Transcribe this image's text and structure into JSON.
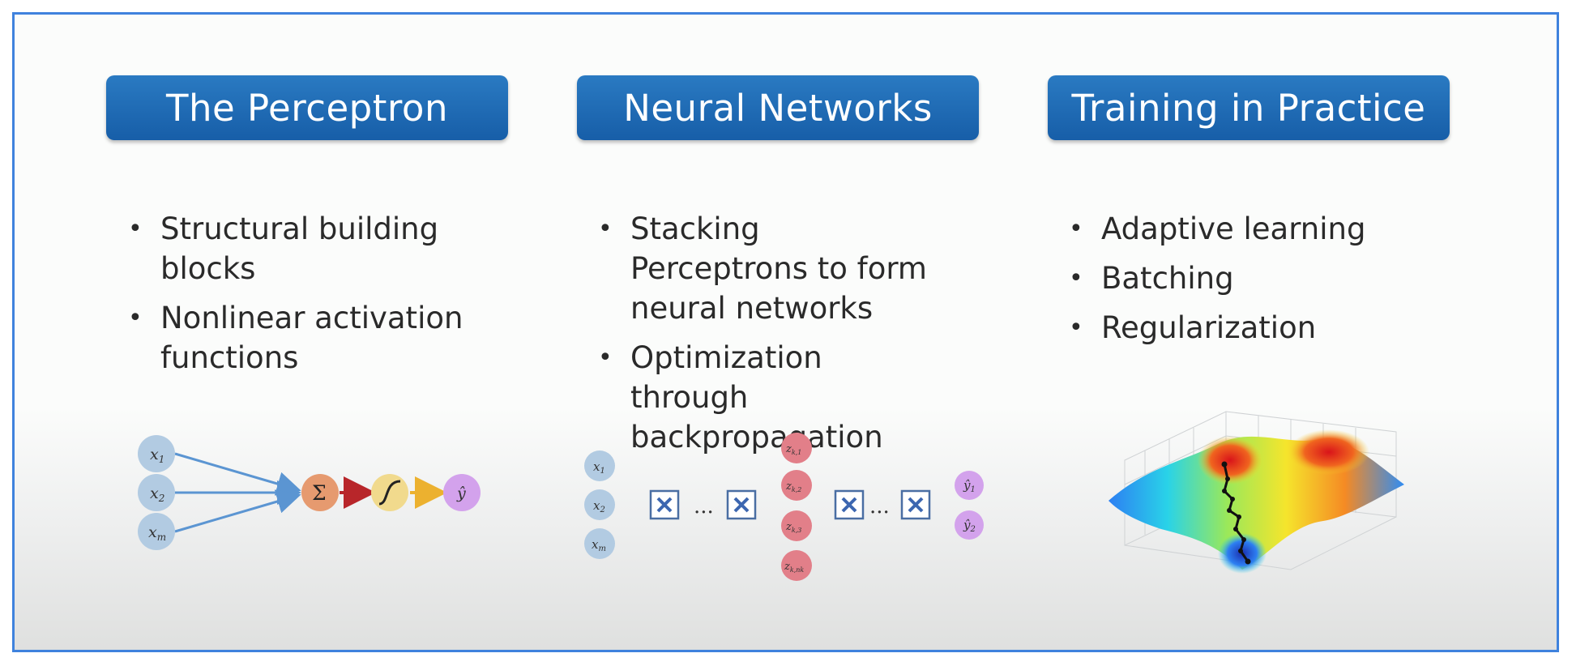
{
  "columns": [
    {
      "title": "The Perceptron",
      "bullets": [
        "Structural building blocks",
        "Nonlinear activation functions"
      ]
    },
    {
      "title": "Neural Networks",
      "bullets": [
        "Stacking Perceptrons to form neural networks",
        "Optimization through backpropagation"
      ]
    },
    {
      "title": "Training in Practice",
      "bullets": [
        "Adaptive learning",
        "Batching",
        "Regularization"
      ]
    }
  ],
  "perceptron_diagram": {
    "inputs": [
      "x",
      "x",
      "x"
    ],
    "input_subscripts": [
      "1",
      "2",
      "m"
    ],
    "sum_symbol": "Σ",
    "output": "ŷ"
  },
  "network_diagram": {
    "inputs": [
      "x",
      "x",
      "x"
    ],
    "input_subscripts": [
      "1",
      "2",
      "m"
    ],
    "ellipsis": "...",
    "hidden": [
      "z",
      "z",
      "z",
      "z"
    ],
    "hidden_subscripts": [
      "k,1",
      "k,2",
      "k,3",
      "k,nk"
    ],
    "outputs": [
      "ŷ",
      "ŷ"
    ],
    "output_subscripts": [
      "1",
      "2"
    ]
  },
  "colors": {
    "header_bg": "#1f6db6",
    "frame": "#3f82dd",
    "input_node": "#b2cbe2",
    "sum_node": "#e69a6f",
    "activation_node": "#f1da8d",
    "output_node": "#d3a2ec",
    "hidden_node": "#e27f89",
    "arrow_blue": "#5b95d2",
    "arrow_red": "#b8262a",
    "arrow_yellow": "#ecb12f"
  }
}
